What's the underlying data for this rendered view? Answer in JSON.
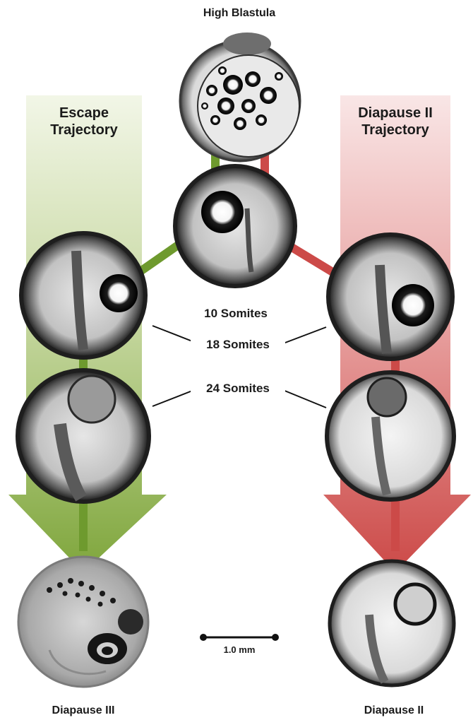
{
  "labels": {
    "high_blastula": "High Blastula",
    "escape_line1": "Escape",
    "escape_line2": "Trajectory",
    "diapause_line1": "Diapause II",
    "diapause_line2": "Trajectory",
    "somites_10": "10 Somites",
    "somites_18": "18 Somites",
    "somites_24": "24 Somites",
    "scale_bar": "1.0 mm",
    "diapause_iii": "Diapause III",
    "diapause_ii": "Diapause II"
  },
  "colors": {
    "escape_green": "#6e9a2e",
    "diapause_red": "#cc4a48"
  }
}
